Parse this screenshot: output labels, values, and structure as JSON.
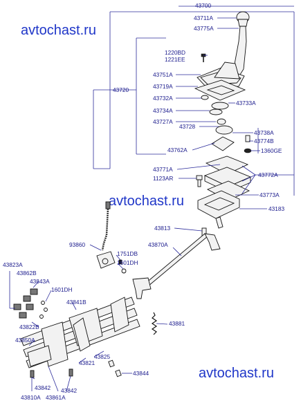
{
  "watermarks": [
    "avtochast.ru",
    "avtochast.ru",
    "avtochast.ru"
  ],
  "labels": {
    "43700": "43700",
    "43711A": "43711A",
    "43775A": "43775A",
    "1220BD": "1220BD",
    "1221EE": "1221EE",
    "43751A": "43751A",
    "43719A": "43719A",
    "43720": "43720",
    "43732A": "43732A",
    "43733A": "43733A",
    "43734A": "43734A",
    "43727A": "43727A",
    "43728": "43728",
    "43738A": "43738A",
    "43774B": "43774B",
    "43762A": "43762A",
    "1360GE": "1360GE",
    "43771A": "43771A",
    "43772A": "43772A",
    "1123AR": "1123AR",
    "43773A": "43773A",
    "43183": "43183",
    "43813": "43813",
    "93860": "93860",
    "43870A": "43870A",
    "1751DB": "1751DB",
    "1601DH_a": "1601DH",
    "43823A": "43823A",
    "43862B": "43862B",
    "43843A": "43843A",
    "1601DH_b": "1601DH",
    "43841B": "43841B",
    "43822B": "43822B",
    "43881": "43881",
    "43850A": "43850A",
    "43825": "43825",
    "43821": "43821",
    "43844": "43844",
    "43842_a": "43842",
    "43842_b": "43842",
    "43810A": "43810A",
    "43861A": "43861A"
  }
}
